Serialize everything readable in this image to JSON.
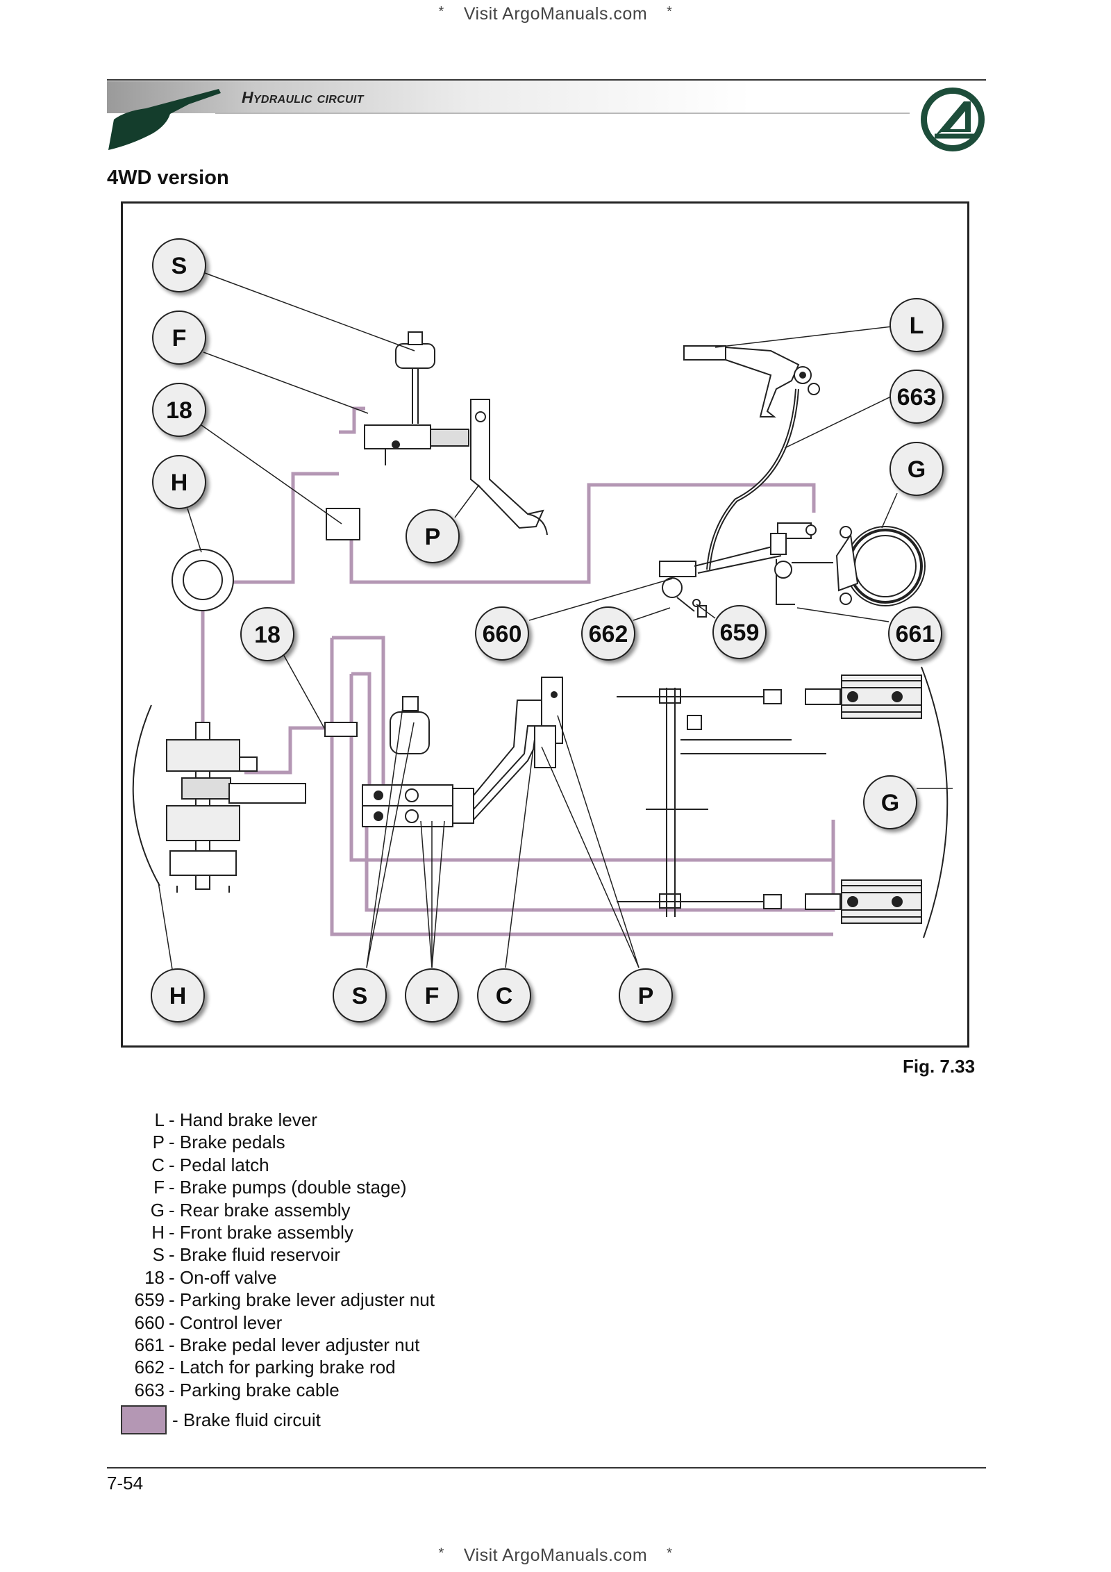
{
  "watermark": {
    "text": "Visit ArgoManuals.com",
    "star": "*"
  },
  "header": {
    "section_title": "Hydraulic circuit"
  },
  "subtitle": "4WD version",
  "figure": {
    "caption": "Fig. 7.33",
    "callouts": {
      "S_top": "S",
      "F_top": "F",
      "r18_top": "18",
      "H_top": "H",
      "P_top": "P",
      "L": "L",
      "c663": "663",
      "G_top": "G",
      "r18_mid": "18",
      "c660": "660",
      "c662": "662",
      "c659": "659",
      "c661": "661",
      "G_mid": "G",
      "H_bot": "H",
      "S_bot": "S",
      "F_bot": "F",
      "C_bot": "C",
      "P_bot": "P"
    }
  },
  "legend": {
    "items": [
      {
        "key": "L",
        "desc": "- Hand brake lever"
      },
      {
        "key": "P",
        "desc": "- Brake pedals"
      },
      {
        "key": "C",
        "desc": "- Pedal latch"
      },
      {
        "key": "F",
        "desc": "- Brake pumps (double stage)"
      },
      {
        "key": "G",
        "desc": "- Rear brake assembly"
      },
      {
        "key": "H",
        "desc": "- Front brake assembly"
      },
      {
        "key": "S",
        "desc": "- Brake fluid reservoir"
      },
      {
        "key": "18",
        "desc": "- On-off valve"
      },
      {
        "key": "659",
        "desc": "- Parking brake lever adjuster nut"
      },
      {
        "key": "660",
        "desc": "- Control lever"
      },
      {
        "key": "661",
        "desc": "- Brake pedal lever adjuster nut"
      },
      {
        "key": "662",
        "desc": "- Latch for parking brake rod"
      },
      {
        "key": "663",
        "desc": "- Parking brake cable"
      }
    ],
    "circuit_label": "- Brake fluid circuit",
    "circuit_color": "#b497b4"
  },
  "footer": {
    "page_number": "7-54"
  }
}
